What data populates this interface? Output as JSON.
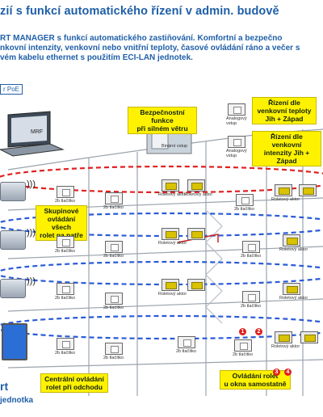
{
  "header": {
    "title": "zií s funkcí automatického řízení v admin. budově",
    "intro_lines": [
      "RT MANAGER s funkcí automatického zastiňování.  Komfortní a bezpečno",
      "nkovní intenzity, venkovní nebo vnitřní teploty, časové ovládání ráno a večer s",
      "vém kabelu ethernet s použitím ECI-LAN jednotek."
    ]
  },
  "tags": {
    "poe": "r PoE",
    "mrf": "MRF",
    "bezpecnost": "Bezpečnostní funkce\npři silném větru",
    "rizeni_teploty": "Řízení dle\nvenkovní teploty\nJih + Západ",
    "rizeni_intenzity": "Řízení dle venkovní\nintenzity Jih + Západ",
    "skupinove": "Skupinové\novládání všech\nrolet na patře",
    "centralni": "Centrální ovládání\nrolet při odchodu",
    "ovladani": "Ovládání rolet\nu okna samostatně",
    "sensor_analog1": "Analogový\nvstup",
    "sensor_analog2": "Analogový\nvstup",
    "sensor_binary": "Binární vstup"
  },
  "device_labels": {
    "switch": "2b tlačítko",
    "actuator": "Roletový aktor"
  },
  "bottom": {
    "line1": "rt",
    "line2": "jednotka"
  },
  "markers": [
    "1",
    "2",
    "3",
    "4"
  ],
  "colors": {
    "accent_blue": "#1f5fa8",
    "floor_red": "#e02020",
    "floor_blue": "#2a5bd7",
    "highlight_yellow": "#fff200"
  }
}
